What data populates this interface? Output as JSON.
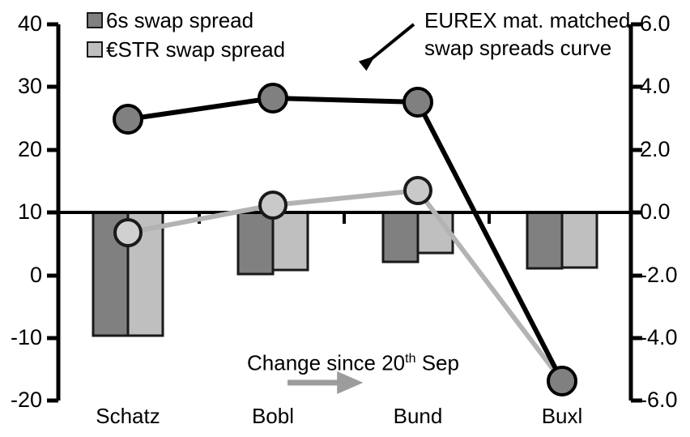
{
  "chart_data": {
    "type": "bar",
    "title": "",
    "xlabel": "",
    "ylabel": "",
    "categories": [
      "Schatz",
      "Bobl",
      "Bund",
      "Buxl"
    ],
    "axes": {
      "left": {
        "ticks": [
          "40",
          "30",
          "20",
          "10",
          "0",
          "-10",
          "-20"
        ],
        "values": [
          40,
          30,
          20,
          10,
          0,
          -10,
          -20
        ],
        "ylim": [
          -20,
          40
        ],
        "zero_line_value": 10
      },
      "right": {
        "ticks": [
          "6.0",
          "4.0",
          "2.0",
          "0.0",
          "-2.0",
          "-4.0",
          "-6.0"
        ],
        "values": [
          6.0,
          4.0,
          2.0,
          0.0,
          -2.0,
          -4.0,
          -6.0
        ],
        "ylim": [
          -6.0,
          6.0
        ],
        "zero_line_value": 0.0
      }
    },
    "grid": false,
    "legend_position": "top-left",
    "series": [
      {
        "name": "6s swap spread",
        "type": "bar",
        "axis": "right",
        "color": "#808080",
        "values": [
          -4.05,
          -1.97,
          -1.55,
          -1.78
        ]
      },
      {
        "name": "€STR swap spread",
        "type": "bar",
        "axis": "right",
        "color": "#bfbfbf",
        "values": [
          -4.05,
          -1.84,
          -1.3,
          -1.75
        ]
      },
      {
        "name": "EUREX mat. matched swap spreads curve",
        "type": "line",
        "axis": "left",
        "color": "#000000",
        "marker_fill": "#808080",
        "values": [
          24.7,
          28.0,
          27.4,
          -18.0
        ]
      },
      {
        "name": "Change since 20th Sep",
        "type": "line",
        "axis": "left",
        "color": "#b3b3b3",
        "marker_fill": "#bfbfbf",
        "values": [
          6.1,
          10.6,
          12.7,
          -18.0
        ]
      }
    ],
    "annotations": [
      {
        "id": "curve-annotation",
        "line1": "EUREX mat. matched",
        "line2": "swap spreads curve"
      },
      {
        "id": "change-note",
        "text_before": "Change since 20",
        "text_sup": "th",
        "text_after": " Sep"
      }
    ]
  },
  "legend": {
    "items": [
      {
        "label": "6s swap spread",
        "color": "#808080"
      },
      {
        "label": "€STR swap spread",
        "color": "#bfbfbf"
      }
    ]
  },
  "left_axis": {
    "t0": "40",
    "t1": "30",
    "t2": "20",
    "t3": "10",
    "t4": "0",
    "t5": "-10",
    "t6": "-20"
  },
  "right_axis": {
    "t0": "6.0",
    "t1": "4.0",
    "t2": "2.0",
    "t3": "0.0",
    "t4": "-2.0",
    "t5": "-4.0",
    "t6": "-6.0"
  },
  "categories": {
    "c0": "Schatz",
    "c1": "Bobl",
    "c2": "Bund",
    "c3": "Buxl"
  },
  "annotation": {
    "line1": "EUREX mat. matched",
    "line2": "swap spreads curve"
  },
  "note": {
    "text_before": "Change since 20",
    "text_sup": "th",
    "text_after": " Sep"
  }
}
